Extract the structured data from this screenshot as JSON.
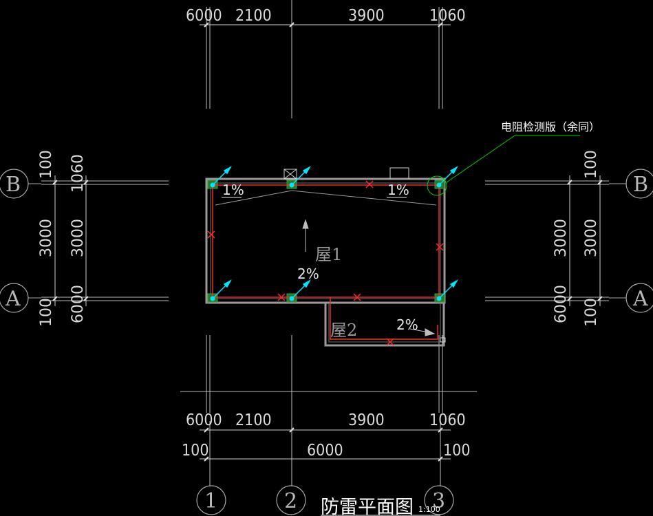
{
  "top_dims": {
    "d1": "6000",
    "d2": "2100",
    "d3": "3900",
    "d4": "1060"
  },
  "bottom_dims": {
    "d1": "6000",
    "d2": "2100",
    "d3": "3900",
    "d4": "1060",
    "e1": "100",
    "e2": "6000",
    "e3": "100"
  },
  "left_dims": {
    "a1": "100",
    "a2": "1060",
    "a3": "3000",
    "a4": "3000",
    "a5": "100",
    "a6": "6000"
  },
  "right_dims": {
    "b1": "100",
    "b2": "3000",
    "b3": "3000",
    "b4": "6000",
    "b5": "100"
  },
  "grid_labels": {
    "B": "B",
    "A": "A",
    "c1": "1",
    "c2": "2",
    "c3": "3"
  },
  "slopes": {
    "s1": "1%",
    "s2": "1%",
    "s3": "2%",
    "s4": "2%"
  },
  "roofs": {
    "r1": "屋1",
    "r2": "屋2"
  },
  "annotation": "电阻检测版（余同）",
  "title": "防雷平面图",
  "scale": "1:100",
  "colors": {
    "background": "#000000",
    "conductor": "#ff2a2a",
    "down_conductor": "#00e5ff",
    "leader": "#00d000",
    "wall": "#9a9a9a"
  }
}
